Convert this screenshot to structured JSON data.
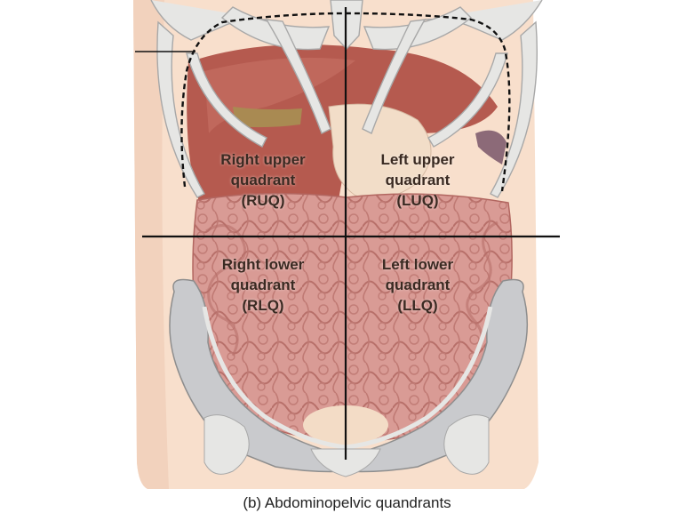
{
  "caption": "(b) Abdominopelvic quandrants",
  "quadrants": {
    "ruq": {
      "line1": "Right upper",
      "line2": "quadrant",
      "line3": "(RUQ)"
    },
    "luq": {
      "line1": "Left upper",
      "line2": "quadrant",
      "line3": "(LUQ)"
    },
    "rlq": {
      "line1": "Right lower",
      "line2": "quadrant",
      "line3": "(RLQ)"
    },
    "llq": {
      "line1": "Left lower",
      "line2": "quadrant",
      "line3": "(LLQ)"
    }
  },
  "colors": {
    "skin": "#f8dfcc",
    "bone": "#e6e6e4",
    "bone_outline": "#a8a8a8",
    "pelvis_inner": "#c9cacd",
    "liver": "#b55a4f",
    "intestine": "#d79690",
    "intestine_outline": "#b26660",
    "stomach": "#f2ddc8",
    "divider_line": "#111111"
  }
}
